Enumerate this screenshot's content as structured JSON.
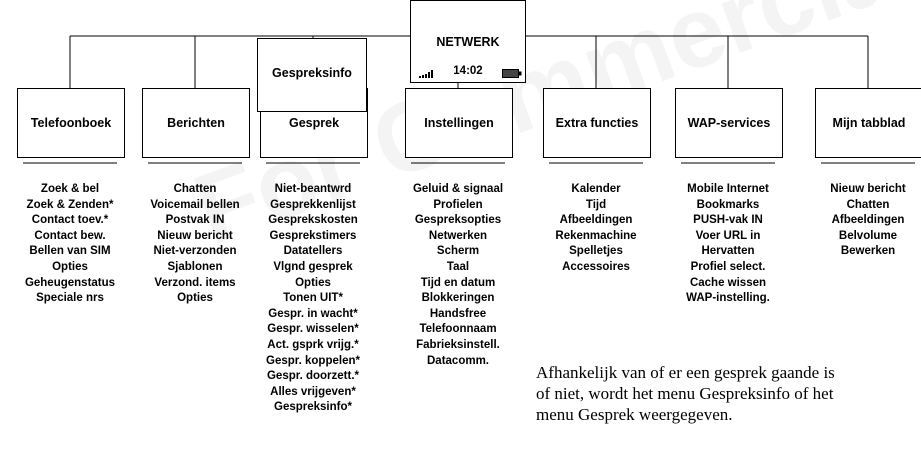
{
  "root": {
    "title": "NETWERK",
    "time": "14:02"
  },
  "overlay_label": "Gespreksinfo",
  "menus": [
    {
      "title": "Telefoonboek",
      "items": [
        "Zoek & bel",
        "Zoek & Zenden*",
        "Contact toev.*",
        "Contact bew.",
        "Bellen van SIM",
        "Opties",
        "Geheugenstatus",
        "Speciale nrs"
      ]
    },
    {
      "title": "Berichten",
      "items": [
        "Chatten",
        "Voicemail bellen",
        "Postvak IN",
        "Nieuw bericht",
        "Niet-verzonden",
        "Sjablonen",
        "Verzond. items",
        "Opties"
      ]
    },
    {
      "title": "Gesprek",
      "items": [
        "Niet-beantwrd",
        "Gesprekkenlijst",
        "Gesprekskosten",
        "Gesprekstimers",
        "Datatellers",
        "Vlgnd gesprek",
        "Opties",
        "Tonen UIT*",
        "Gespr. in wacht*",
        "Gespr. wisselen*",
        "Act. gsprk vrijg.*",
        "Gespr. koppelen*",
        "Gespr. doorzett.*",
        "Alles vrijgeven*",
        "Gespreksinfo*"
      ]
    },
    {
      "title": "Instellingen",
      "items": [
        "Geluid & signaal",
        "Profielen",
        "Gespreksopties",
        "Netwerken",
        "Scherm",
        "Taal",
        "Tijd en datum",
        "Blokkeringen",
        "Handsfree",
        "Telefoonnaam",
        "Fabrieksinstell.",
        "Datacomm."
      ]
    },
    {
      "title": "Extra functies",
      "items": [
        "Kalender",
        "Tijd",
        "Afbeeldingen",
        "Rekenmachine",
        "Spelletjes",
        "Accessoires"
      ]
    },
    {
      "title": "WAP-services",
      "items": [
        "Mobile Internet",
        "Bookmarks",
        "PUSH-vak IN",
        "Voer URL in",
        "Hervatten",
        "Profiel select.",
        "Cache wissen",
        "WAP-instelling."
      ]
    },
    {
      "title": "Mijn tabblad",
      "items": [
        "Nieuw bericht",
        "Chatten",
        "Afbeeldingen",
        "Belvolume",
        "Bewerken"
      ]
    }
  ],
  "note": [
    "Afhankelijk van of er een gesprek gaande is",
    "of niet, wordt het menu Gespreksinfo of het",
    "menu Gesprek weergegeven."
  ]
}
